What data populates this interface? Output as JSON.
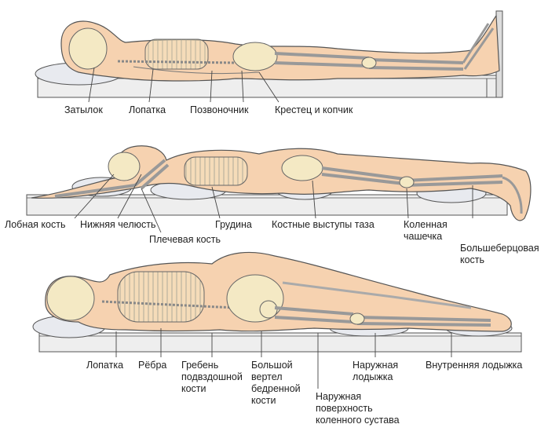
{
  "labels": {
    "supine": {
      "occiput": "Затылок",
      "scapula": "Лопатка",
      "spine": "Позвоночник",
      "sacrum": "Крестец и копчик"
    },
    "prone": {
      "frontal": "Лобная кость",
      "mandible": "Нижняя челюсть",
      "humerus": "Плечевая кость",
      "sternum": "Грудина",
      "pelvis": "Костные выступы таза",
      "patella": "Коленная\nчашечка",
      "tibia": "Большеберцовая\nкость"
    },
    "lateral": {
      "scapula": "Лопатка",
      "ribs": "Рёбра",
      "iliac": "Гребень\nподвздошной\nкости",
      "trochanter": "Большой\nвертел\nбедренной\nкости",
      "knee": "Наружная\nповерхность\nколенного сустава",
      "ankle_outer": "Наружная\nлодыжка",
      "ankle_inner": "Внутренняя лодыжка"
    }
  },
  "colors": {
    "skin": "#f6d2b0",
    "bone": "#f4e9c4",
    "outline": "#555555",
    "mattress": "#eeeeee",
    "pillow": "#e8eaef"
  }
}
